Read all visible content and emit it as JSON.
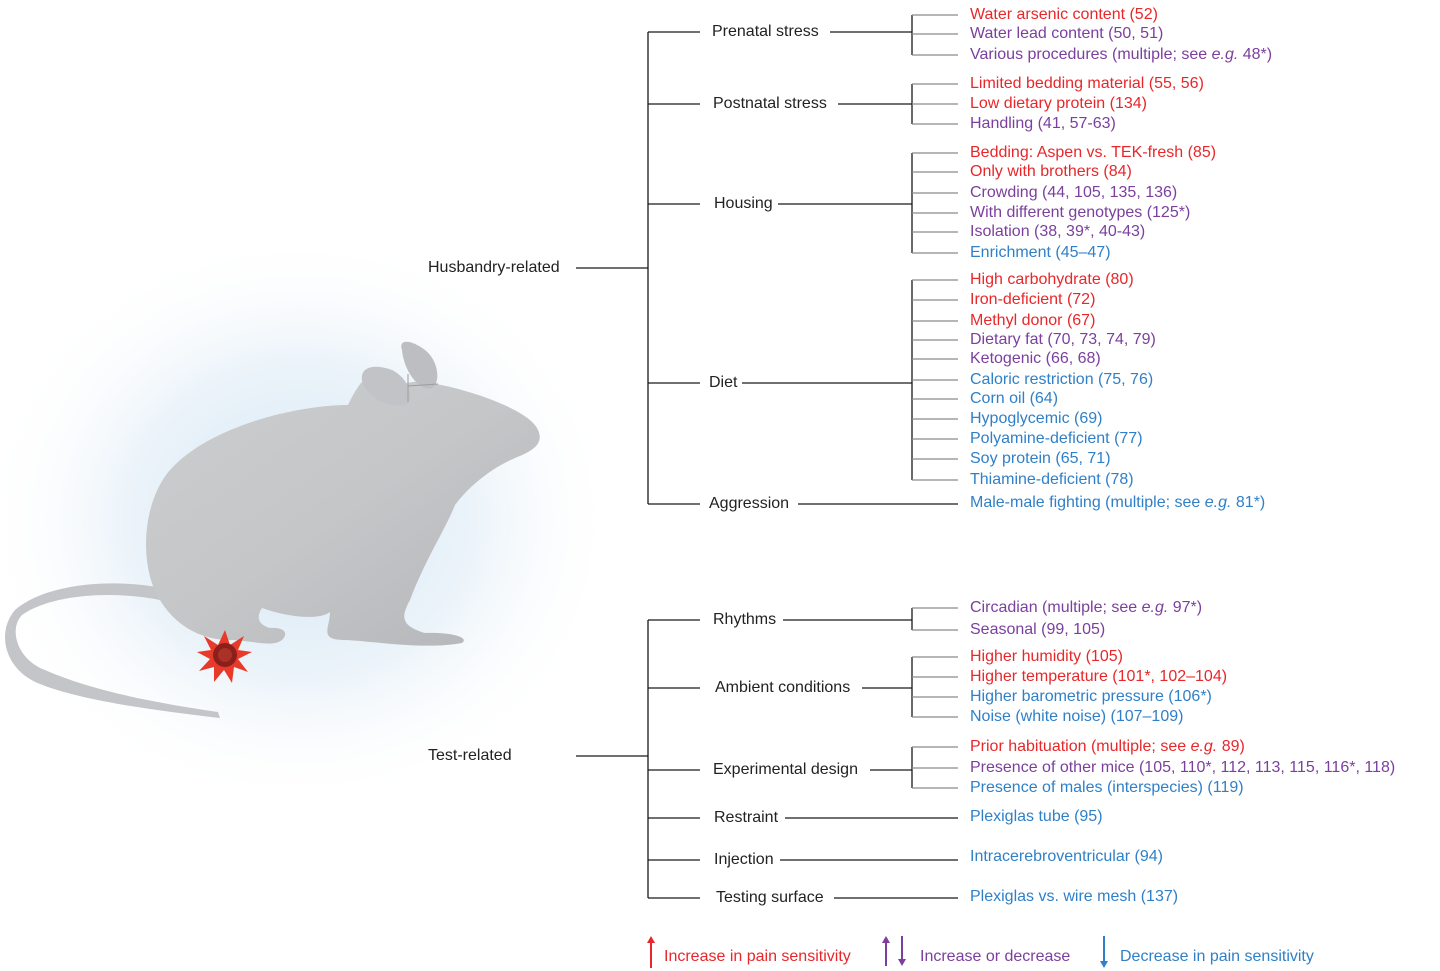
{
  "colors": {
    "increase": "#e8272a",
    "both": "#7b3f9e",
    "decrease": "#2f80c8",
    "line": "#1a1a1a",
    "leafline": "#8a8a8a",
    "mouse": "#c6c8ca"
  },
  "groups": [
    {
      "label": "Husbandry-related",
      "categories": [
        {
          "label": "Prenatal stress",
          "items": [
            {
              "text": "Water arsenic content (52)",
              "effect": "increase"
            },
            {
              "text": "Water lead content (50, 51)",
              "effect": "both"
            },
            {
              "pre": "Various procedures (multiple; see ",
              "em": "e.g.",
              "post": " 48*)",
              "effect": "both"
            }
          ]
        },
        {
          "label": "Postnatal stress",
          "items": [
            {
              "text": "Limited bedding material (55, 56)",
              "effect": "increase"
            },
            {
              "text": "Low dietary protein (134)",
              "effect": "increase"
            },
            {
              "text": "Handling (41, 57-63)",
              "effect": "both"
            }
          ]
        },
        {
          "label": "Housing",
          "items": [
            {
              "text": "Bedding: Aspen vs. TEK-fresh (85)",
              "effect": "increase"
            },
            {
              "text": "Only with brothers (84)",
              "effect": "increase"
            },
            {
              "text": "Crowding (44, 105, 135, 136)",
              "effect": "both"
            },
            {
              "text": "With different genotypes (125*)",
              "effect": "both"
            },
            {
              "text": "Isolation (38, 39*, 40-43)",
              "effect": "both"
            },
            {
              "text": "Enrichment (45–47)",
              "effect": "decrease"
            }
          ]
        },
        {
          "label": "Diet",
          "items": [
            {
              "text": "High carbohydrate (80)",
              "effect": "increase"
            },
            {
              "text": "Iron-deficient (72)",
              "effect": "increase"
            },
            {
              "text": "Methyl donor (67)",
              "effect": "increase"
            },
            {
              "text": "Dietary fat (70, 73, 74, 79)",
              "effect": "both"
            },
            {
              "text": "Ketogenic (66, 68)",
              "effect": "both"
            },
            {
              "text": "Caloric restriction (75, 76)",
              "effect": "decrease"
            },
            {
              "text": "Corn oil (64)",
              "effect": "decrease"
            },
            {
              "text": "Hypoglycemic (69)",
              "effect": "decrease"
            },
            {
              "text": "Polyamine-deficient (77)",
              "effect": "decrease"
            },
            {
              "text": "Soy protein (65, 71)",
              "effect": "decrease"
            },
            {
              "text": "Thiamine-deficient (78)",
              "effect": "decrease"
            }
          ]
        },
        {
          "label": "Aggression",
          "items": [
            {
              "pre": "Male-male fighting (multiple; see ",
              "em": "e.g.",
              "post": " 81*)",
              "effect": "decrease"
            }
          ]
        }
      ]
    },
    {
      "label": "Test-related",
      "categories": [
        {
          "label": "Rhythms",
          "items": [
            {
              "pre": "Circadian (multiple; see ",
              "em": "e.g.",
              "post": " 97*)",
              "effect": "both"
            },
            {
              "text": "Seasonal (99, 105)",
              "effect": "both"
            }
          ]
        },
        {
          "label": "Ambient conditions",
          "items": [
            {
              "text": "Higher humidity (105)",
              "effect": "increase"
            },
            {
              "text": "Higher temperature (101*, 102–104)",
              "effect": "increase"
            },
            {
              "text": "Higher barometric pressure (106*)",
              "effect": "decrease"
            },
            {
              "text": "Noise (white noise) (107–109)",
              "effect": "decrease"
            }
          ]
        },
        {
          "label": "Experimental design",
          "items": [
            {
              "pre": "Prior habituation (multiple; see ",
              "em": "e.g.",
              "post": " 89)",
              "effect": "increase"
            },
            {
              "text": "Presence of other mice (105, 110*, 112, 113, 115, 116*, 118)",
              "effect": "both"
            },
            {
              "text": "Presence of males (interspecies) (119)",
              "effect": "decrease"
            }
          ]
        },
        {
          "label": "Restraint",
          "items": [
            {
              "text": "Plexiglas tube (95)",
              "effect": "decrease"
            }
          ]
        },
        {
          "label": "Injection",
          "items": [
            {
              "text": "Intracerebroventricular (94)",
              "effect": "decrease"
            }
          ]
        },
        {
          "label": "Testing surface",
          "items": [
            {
              "text": "Plexiglas vs. wire mesh (137)",
              "effect": "decrease"
            }
          ]
        }
      ]
    }
  ],
  "legend": {
    "increase_label": "Increase in pain sensitivity",
    "both_label": "Increase or decrease",
    "decrease_label": "Decrease in pain sensitivity"
  }
}
